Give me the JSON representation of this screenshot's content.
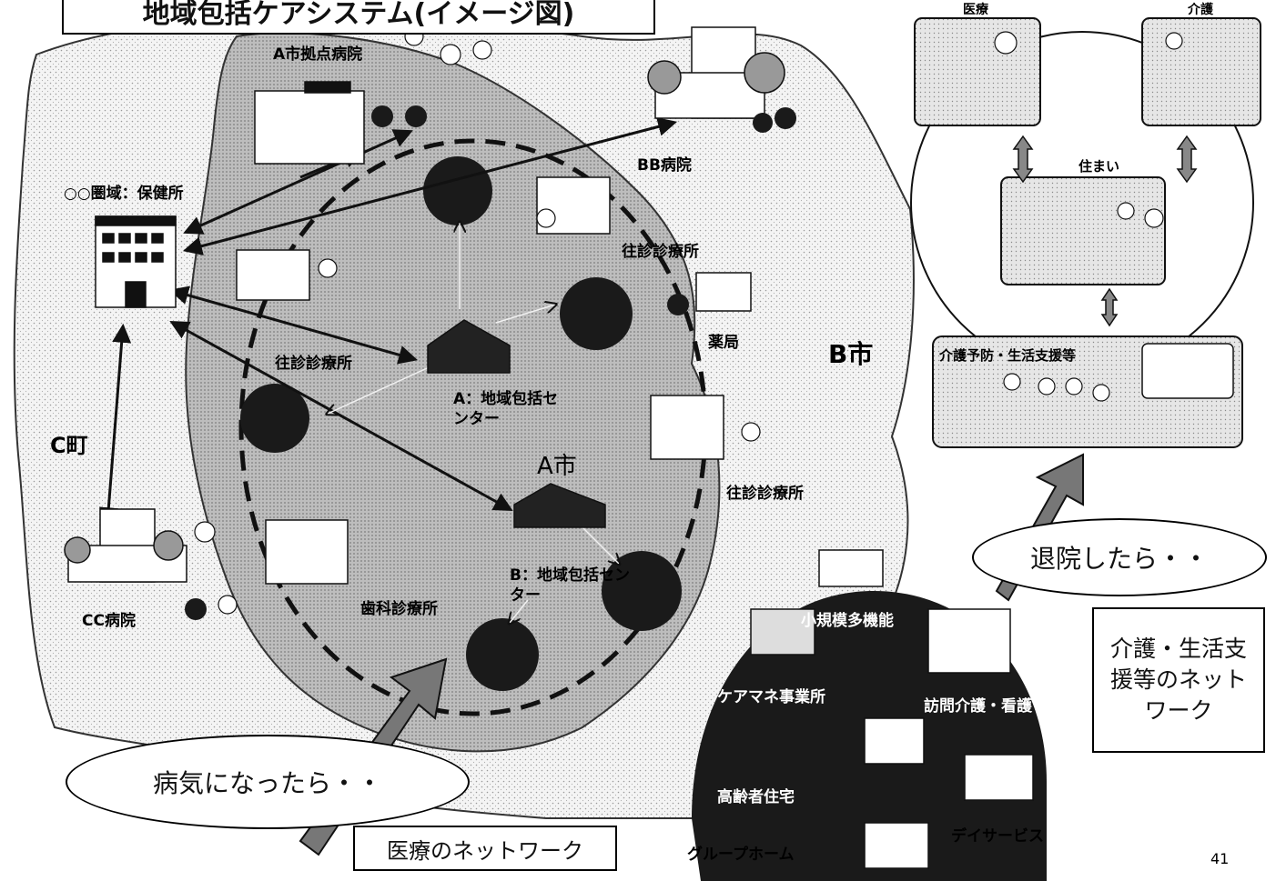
{
  "title": "地域包括ケアシステム(イメージ図)",
  "areas": {
    "c_town": "C町",
    "b_city": "B市",
    "a_city": "A市"
  },
  "facilities": {
    "health_center": "○○圏域：保健所",
    "a_base_hospital": "A市拠点病院",
    "bb_hospital": "BB病院",
    "cc_hospital": "CC病院",
    "home_clinic_1": "往診診療所",
    "home_clinic_2": "往診診療所",
    "home_clinic_3": "往診診療所",
    "pharmacy": "薬局",
    "dental_clinic": "歯科診療所",
    "center_a": "A：地域包括センター",
    "center_b": "B：地域包括センター"
  },
  "care_network": {
    "small_multi": "小規模多機能",
    "care_manager": "ケアマネ事業所",
    "visit_care": "訪問介護・看護",
    "elderly_housing": "高齢者住宅",
    "day_service": "デイサービス",
    "group_home": "グループホーム"
  },
  "right_panel": {
    "medical": "医療",
    "nursing": "介護",
    "housing": "住まい",
    "prevention": "介護予防・生活支援等"
  },
  "callouts": {
    "sick": "病気になったら・・",
    "discharged": "退院したら・・",
    "medical_network": "医療のネットワーク",
    "care_network": "介護・生活支援等のネットワーク"
  },
  "page_number": "41"
}
